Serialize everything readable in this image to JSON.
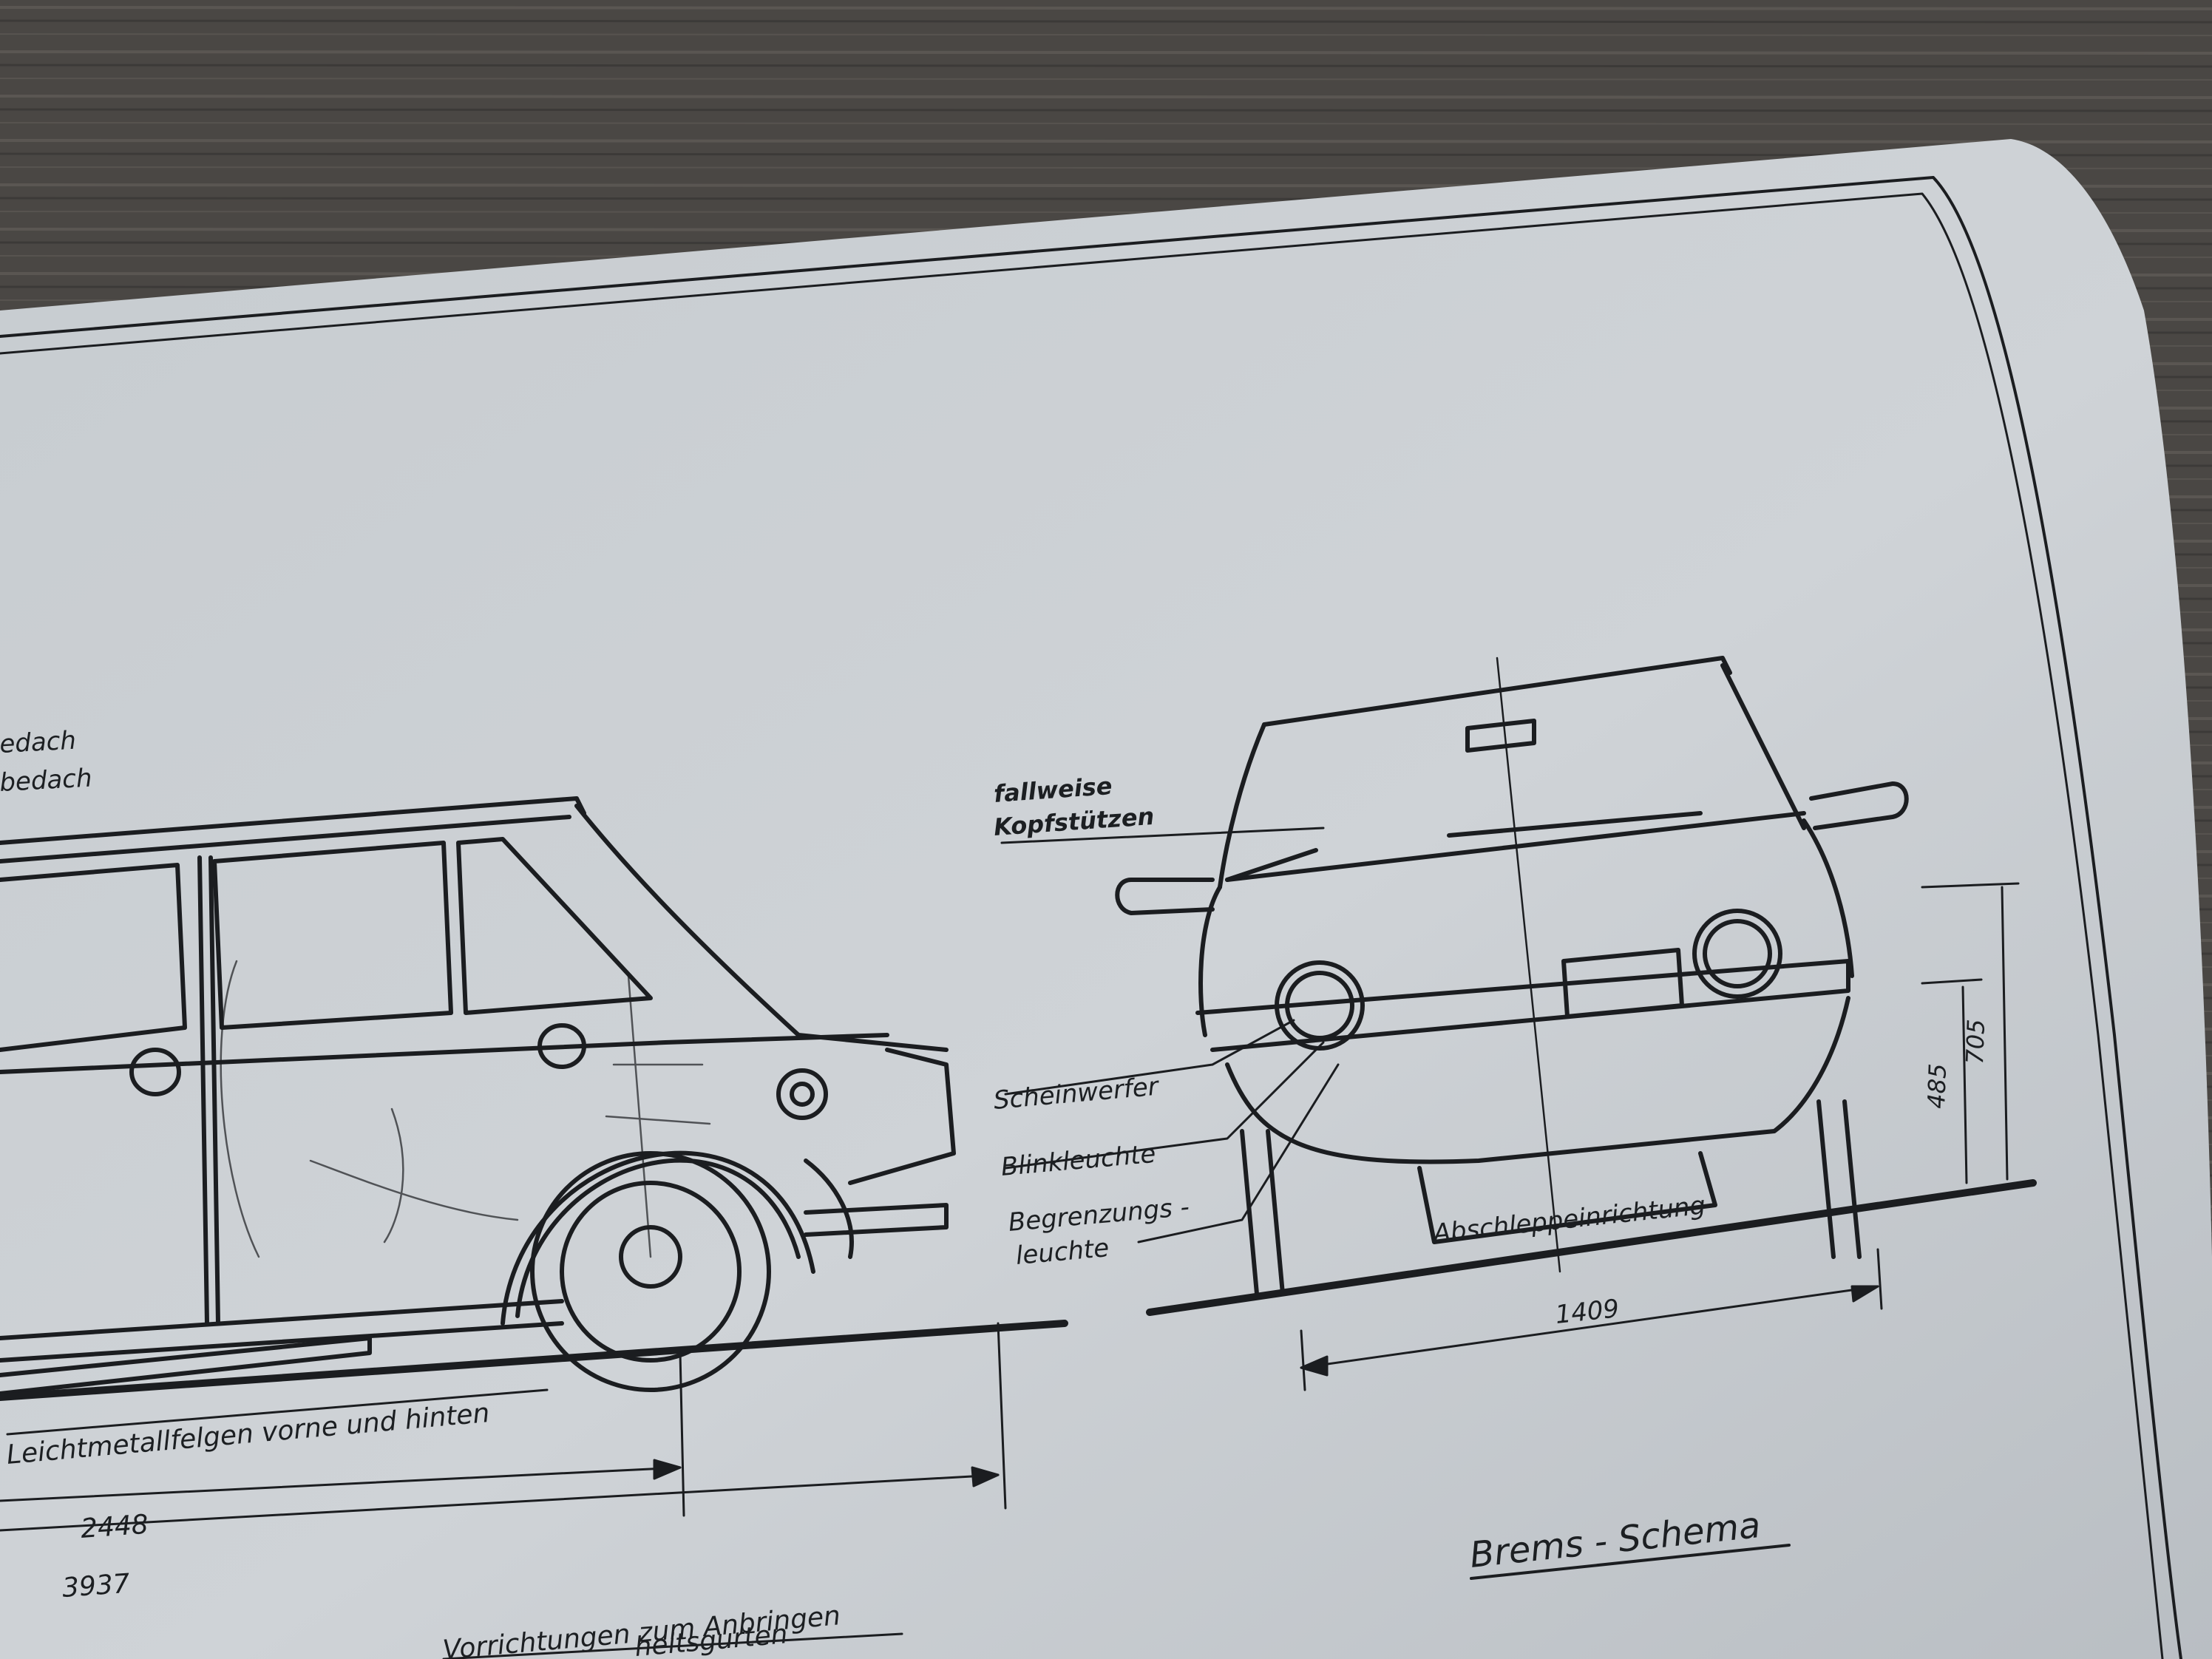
{
  "document": {
    "colors": {
      "table_wood": "#4a4744",
      "paper": "#c9ced2",
      "ink": "#1b1d20"
    },
    "labels": {
      "roof_1": "edach",
      "roof_2": "bedach",
      "headrests_1": "fallweise",
      "headrests_2": "Kopfstützen",
      "headlight": "Scheinwerfer",
      "indicator": "Blinkleuchte",
      "marker_1": "Begrenzungs -",
      "marker_2": "leuchte",
      "tow": "Abschleppeinrichtung",
      "wheels": "Leichtmetallfelgen vorne und hinten",
      "seatbelt_1": "Vorrichtungen zum Anbringen",
      "seatbelt_2": "heitsgurten"
    },
    "dimensions": {
      "track_width": "1409",
      "height_lamp": "485",
      "height_upper": "705",
      "wheelbase": "2448",
      "length": "3937"
    },
    "title": "Brems - Schema"
  }
}
